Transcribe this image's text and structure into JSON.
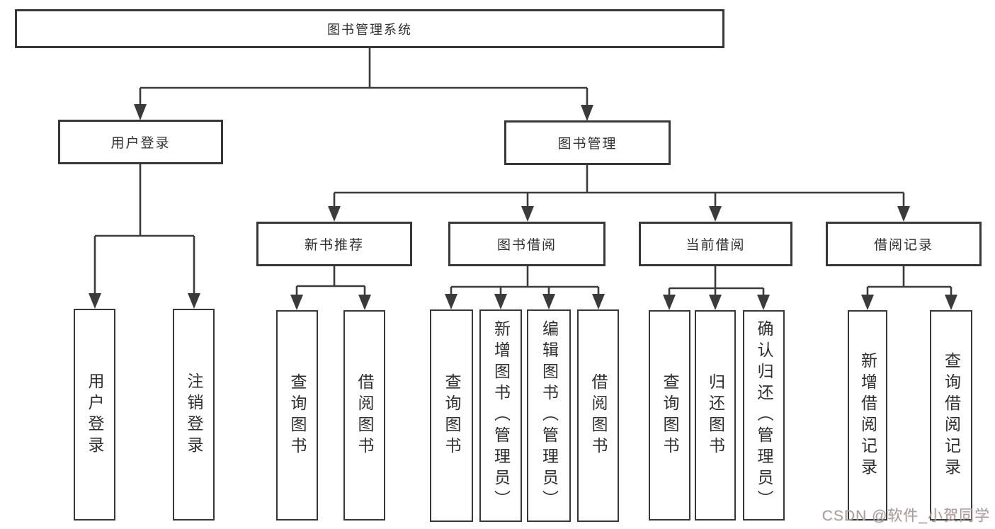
{
  "tree": {
    "label": "图书管理系统",
    "children": [
      {
        "label": "用户登录",
        "children": [
          {
            "label": "用户登录"
          },
          {
            "label": "注销登录"
          }
        ]
      },
      {
        "label": "图书管理",
        "children": [
          {
            "label": "新书推荐",
            "children": [
              {
                "label": "查询图书"
              },
              {
                "label": "借阅图书"
              }
            ]
          },
          {
            "label": "图书借阅",
            "children": [
              {
                "label": "查询图书"
              },
              {
                "label": "新增图书（管理员）"
              },
              {
                "label": "编辑图书（管理员）"
              },
              {
                "label": "借阅图书"
              }
            ]
          },
          {
            "label": "当前借阅",
            "children": [
              {
                "label": "查询图书"
              },
              {
                "label": "归还图书"
              },
              {
                "label": "确认归还（管理员）"
              }
            ]
          },
          {
            "label": "借阅记录",
            "children": [
              {
                "label": "新增借阅记录"
              },
              {
                "label": "查询借阅记录"
              }
            ]
          }
        ]
      }
    ]
  },
  "watermark": {
    "text": "CSDN @软件_小贺同学"
  },
  "colors": {
    "line": "#3b3b3b",
    "box_border": "#373737",
    "text": "#2f2f2f",
    "watermark": "#a0a0a0"
  }
}
